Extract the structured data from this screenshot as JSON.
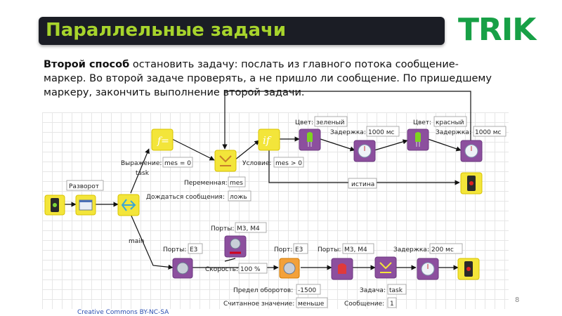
{
  "slide": {
    "title": "Параллельные задачи",
    "logo": "TRIK",
    "page_number": "8",
    "license": "Creative Commons BY-NC-SA",
    "intro_bold": "Второй способ",
    "intro_rest": " остановить задачу: послать из главного потока сообщение-маркер. Во второй задаче проверять, а не пришло ли сообщение. По пришедшему маркеру, закончить выполнение второй задачи."
  },
  "colors": {
    "title_text": "#a7d42c",
    "title_bg": "#1b1d25",
    "logo": "#17a046",
    "block_yellow": "#f3e53a",
    "block_purple": "#8c4f9e"
  },
  "diagram": {
    "labels": {
      "razvorot": "Разворот",
      "task": "task",
      "main": "main",
      "expr_key": "Выражение:",
      "expr_val": "mes = 0",
      "var_key": "Переменная:",
      "var_val": "mes",
      "wait_key": "Дождаться сообщения:",
      "wait_val": "ложь",
      "cond_key": "Условие:",
      "cond_val": "mes > 0",
      "istina": "истина",
      "color1_key": "Цвет:",
      "color1_val": "зеленый",
      "delay1_key": "Задержка:",
      "delay1_val": "1000 мс",
      "color2_key": "Цвет:",
      "color2_val": "красный",
      "delay2_key": "Задержка:",
      "delay2_val": "1000 мс",
      "ports_top_key": "Порты:",
      "ports_top_val": "M3, M4",
      "ports_e3_key": "Порты:",
      "ports_e3_val": "E3",
      "speed_key": "Скорость:",
      "speed_val": "100 %",
      "port_key": "Порт:",
      "port_val": "E3",
      "ports_m_key": "Порты:",
      "ports_m_val": "M3, M4",
      "delay3_key": "Задержка:",
      "delay3_val": "200 мс",
      "limit_key": "Предел оборотов:",
      "limit_val": "-1500",
      "read_key": "Считанное значение:",
      "read_val": "меньше",
      "task_key": "Задача:",
      "task_val": "task",
      "msg_key": "Сообщение:",
      "msg_val": "1"
    },
    "icons": {
      "f_eq": "f=",
      "if": "if"
    }
  }
}
